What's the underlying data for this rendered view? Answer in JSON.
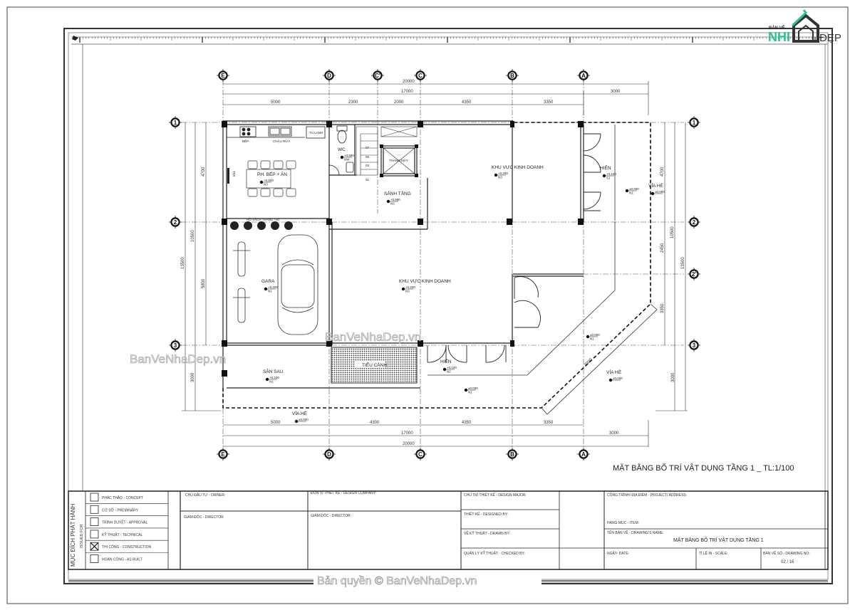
{
  "logo": {
    "line1": "BẢN VẼ",
    "line2": "NHI",
    "line3": "ĐẸP",
    "brand_color": "#2bc48a"
  },
  "drawing": {
    "title": "MẶT BẰNG BỐ TRÍ VẬT DỤNG TẦNG 1 _ TL:1/100",
    "axes_horizontal": [
      {
        "label": "E"
      },
      {
        "label": "D"
      },
      {
        "label": "C'"
      },
      {
        "label": "C"
      },
      {
        "label": "B"
      },
      {
        "label": "A"
      }
    ],
    "axes_vertical": [
      {
        "label": "1"
      },
      {
        "label": "2"
      },
      {
        "label": "2'"
      },
      {
        "label": "3"
      }
    ],
    "dims_top": {
      "overall": "20000",
      "building": "17000",
      "setback": "3000",
      "segments": [
        "5000",
        "2300",
        "2000",
        "4350",
        "3350"
      ]
    },
    "dims_bottom": {
      "overall": "20000",
      "building": "17000",
      "setback": "3000",
      "segments": [
        "5000",
        "4300",
        "4350",
        "3350"
      ]
    },
    "dims_left": {
      "overall": "13500",
      "building": "10500",
      "segments": [
        "4700",
        "5800",
        "3000"
      ]
    },
    "dims_right": {
      "overall": "13500",
      "building": "10500",
      "segments": [
        "4700",
        "2450",
        "3350",
        "3000"
      ]
    },
    "diag_dim": "3000",
    "rooms": [
      {
        "name": "PH. BẾP + ĂN",
        "level": "+0,500",
        "code": "N3"
      },
      {
        "name": "WC",
        "level": "+0,580",
        "code": "NW"
      },
      {
        "name": "SẢNH TẦNG",
        "level": "+0,580",
        "code": "N3"
      },
      {
        "name": "KHU VỰC KINH DOANH",
        "level": "+0,200",
        "code": "N3"
      },
      {
        "name": "HIÊN",
        "level": "+0,100",
        "code": "S1"
      },
      {
        "name": "VỈA HÈ",
        "level": "±0,000",
        "code": ""
      },
      {
        "name": "GARA",
        "level": "+0,200",
        "code": "N1"
      },
      {
        "name": "KHU VỰC KINH DOANH",
        "level": "+0,200",
        "code": "N3"
      },
      {
        "name": "TIỂU CẢNH",
        "level": "",
        "code": ""
      },
      {
        "name": "SÂN SAU",
        "level": "+0,100",
        "code": "N1"
      },
      {
        "name": "HIÊN",
        "level": "+0,100",
        "code": "N2"
      },
      {
        "name": "VỈA HÈ",
        "level": "±0,000",
        "code": ""
      },
      {
        "name": "VỈA HÈ",
        "level": "±0,000",
        "code": ""
      }
    ],
    "misc_levels": [
      {
        "level": "±0,000",
        "code": "N1"
      },
      {
        "level": "±0,000",
        "code": "N1"
      },
      {
        "level": "±0,000",
        "code": "N1"
      }
    ],
    "fixtures": {
      "stove": "BẾP",
      "sink": "CHẬU RỬA",
      "fridge": "TỦ LẠNH",
      "tv": "TIVI",
      "planter": "HỒ VÁCH TRANG TRÍ",
      "elevator": "THANG MÁY",
      "stair_steps": [
        "07",
        "05",
        "03",
        "01"
      ]
    }
  },
  "title_block": {
    "issued_for_vn": "MỤC ĐÍCH PHÁT HÀNH",
    "issued_for_en": "ISSUED FOR",
    "checklist": [
      {
        "label": "PHÁC THẢO - CONCEPT",
        "checked": false
      },
      {
        "label": "CƠ SỞ - PREMINARY",
        "checked": false
      },
      {
        "label": "TRÌNH DUYỆT - APPROVAL",
        "checked": false
      },
      {
        "label": "KỸ THUẬT - TECHNICAL",
        "checked": false
      },
      {
        "label": "THI CÔNG - CONSTRUCTION",
        "checked": true
      },
      {
        "label": "HOÀN CÔNG - AS BUILT",
        "checked": false
      }
    ],
    "owner": "CHỦ ĐẦU TƯ - OWNER:",
    "owner_director": "GIÁM ĐỐC - DIRECTOR",
    "design_company": "ĐƠN VỊ THIẾT KẾ - DESIGN COMPANY:",
    "company_director": "GIÁM ĐỐC - DIRECTOR",
    "design_major": "CHỦ TRÌ THIẾT KẾ - DESIGN MAJOR:",
    "designed_by": "THIẾT KẾ - DESIGNED BY:",
    "drawn_by": "VẼ KỸ THUẬT - DRAWN BY:",
    "checked_by": "QUẢN LÝ KỸ THUẬT - CHECKED BY:",
    "project": "CÔNG TRÌNH/ ĐỊA ĐIỂM - PROJECT/ ADDRESS:",
    "item": "HẠNG MỤC - ITEM:",
    "drawing_name_label": "TÊN BẢN VẼ - DRAWING'S NAME:",
    "drawing_name": "MẶT BẰNG BỐ TRÍ VẬT DỤNG TẦNG 1",
    "date_label": "NGÀY- DATE:",
    "scale_label": "TỈ LỆ IN - SCALE:",
    "drawing_no_label": "BẢN VẼ SỐ - DRAWING NO:",
    "drawing_no": "02 / 16"
  },
  "watermarks": {
    "center": "BanVeNhaDep.vn",
    "left": "BanVeNhaDep.vn",
    "copyright": "Bản quyền © BanVeNhaDep.vn"
  }
}
